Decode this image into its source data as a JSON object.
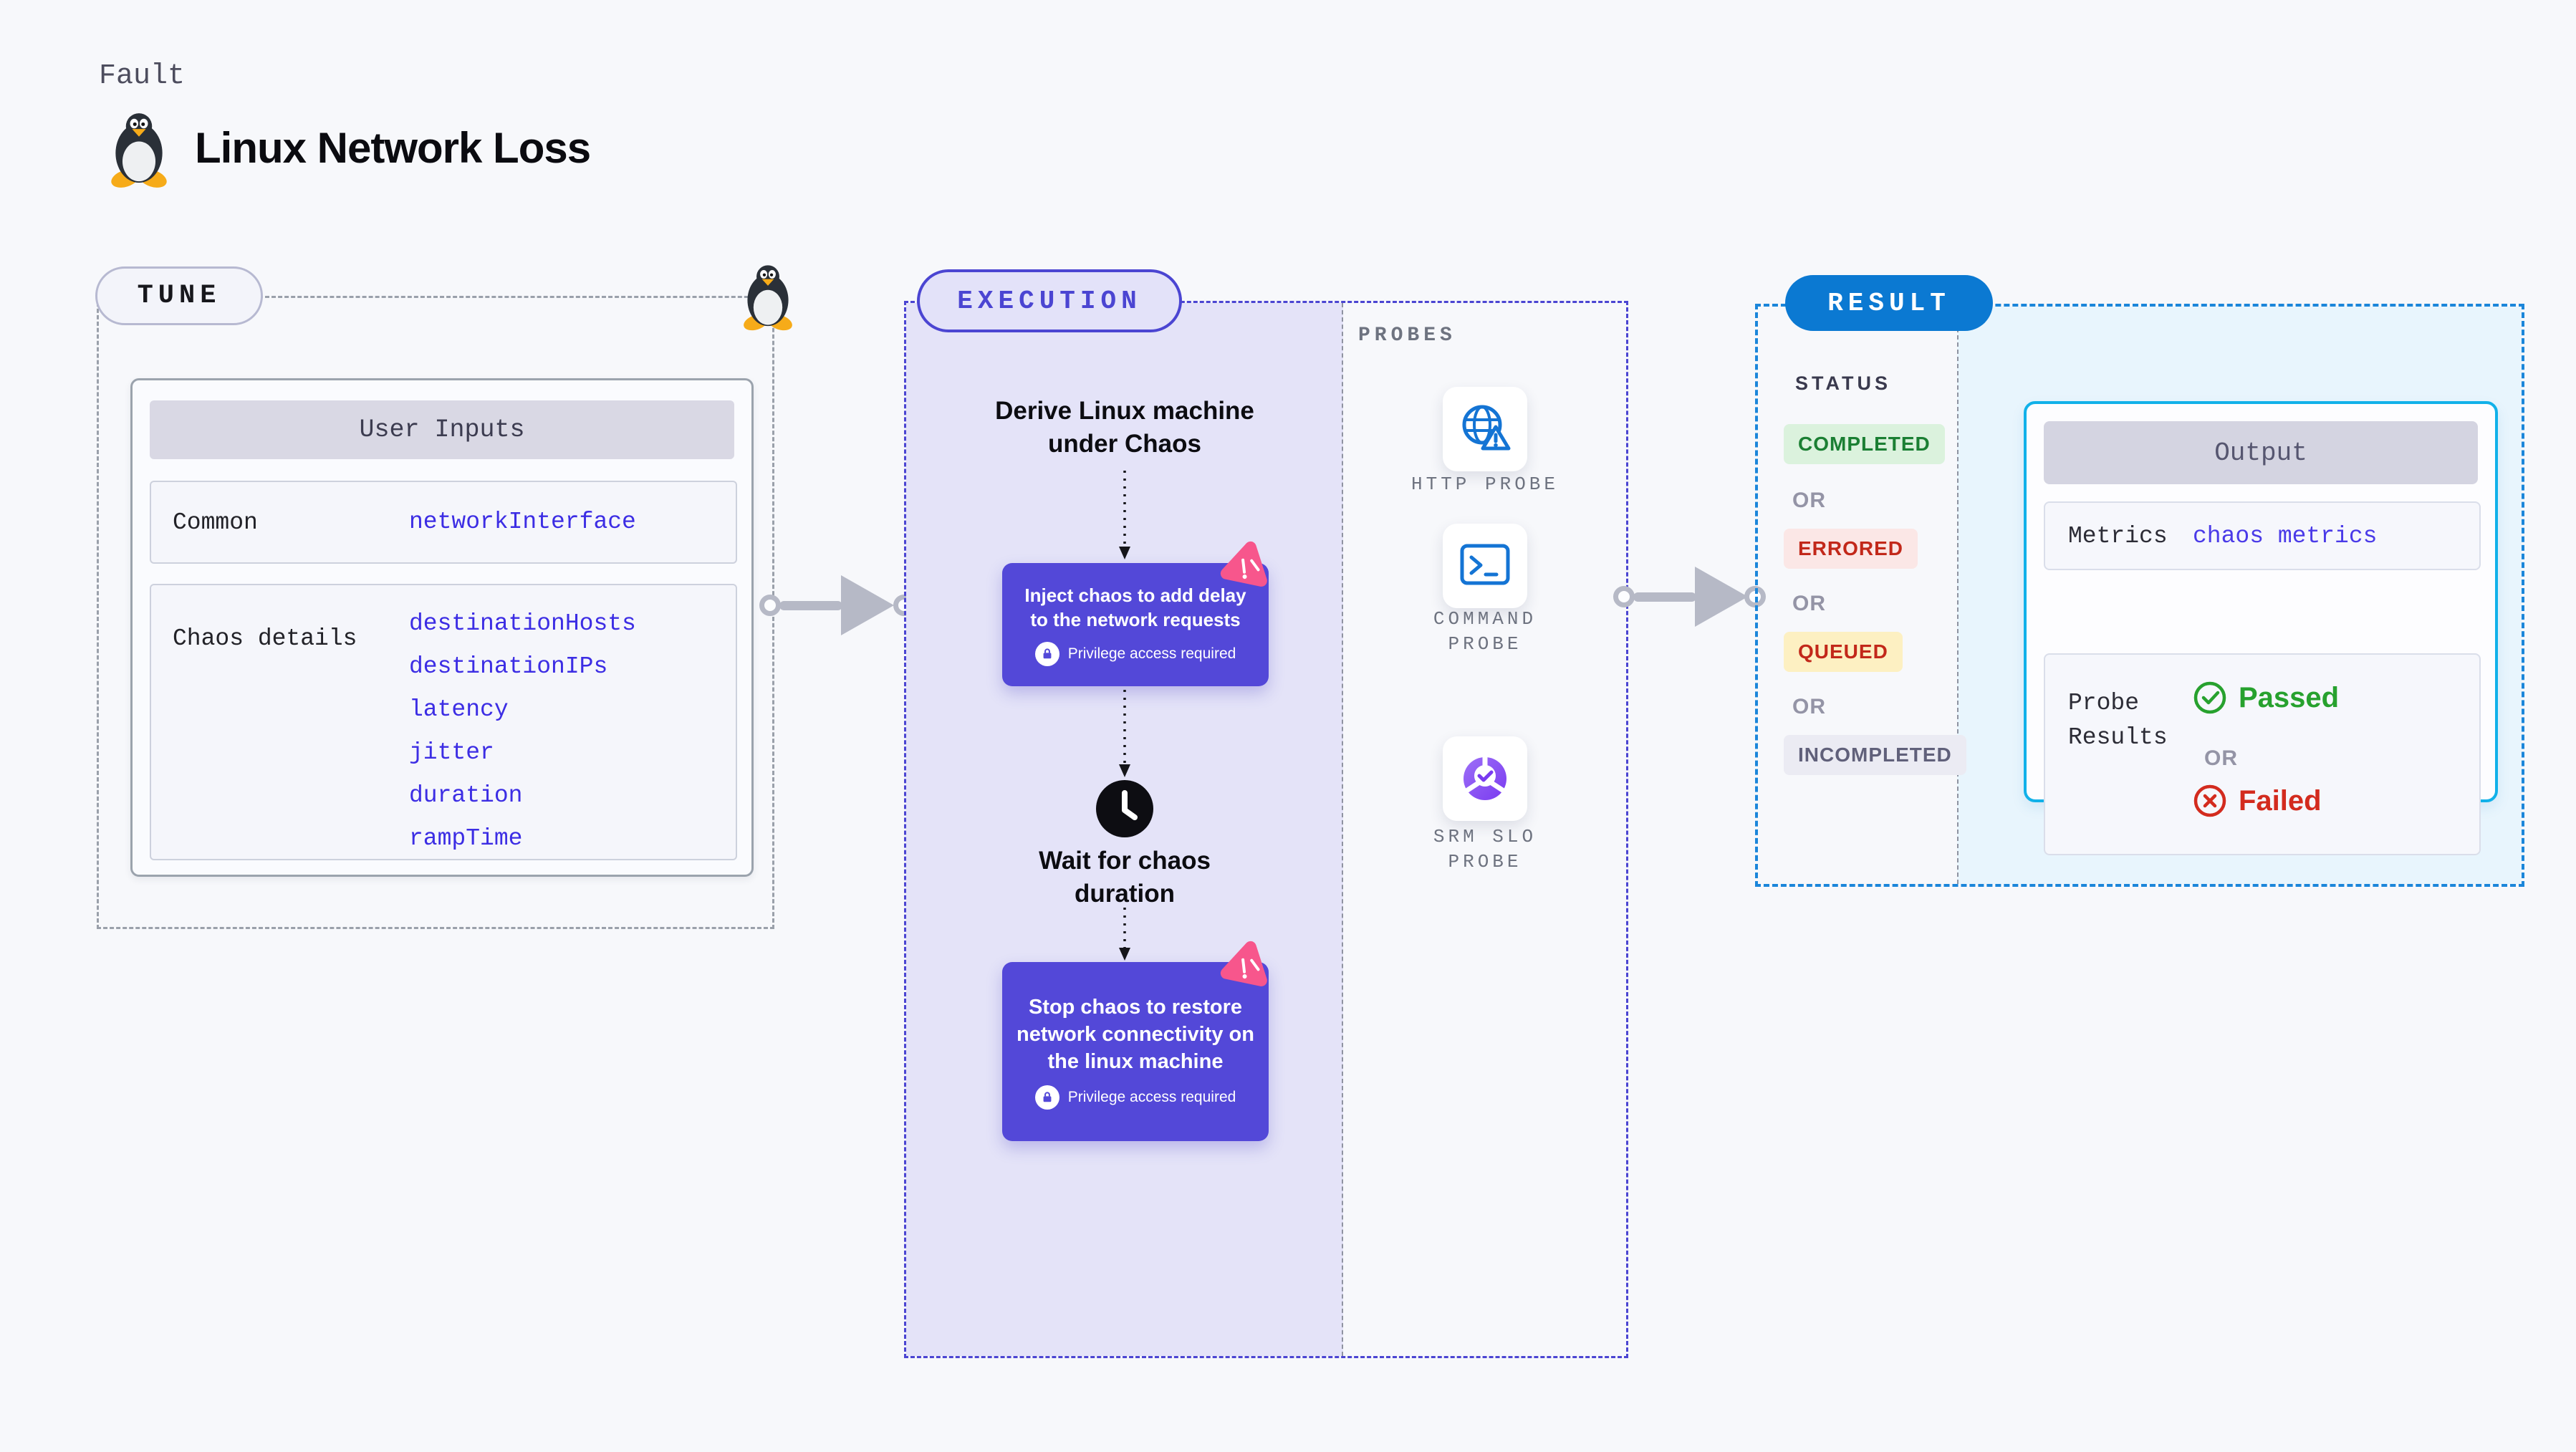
{
  "page": {
    "kicker": "Fault",
    "title": "Linux Network Loss"
  },
  "tune": {
    "badge": "TUNE",
    "table": {
      "header": "User Inputs",
      "rows": [
        {
          "label": "Common",
          "values": [
            "networkInterface"
          ]
        },
        {
          "label": "Chaos details",
          "values": [
            "destinationHosts",
            "destinationIPs",
            "latency",
            "jitter",
            "duration",
            "rampTime"
          ]
        }
      ]
    }
  },
  "flow": {
    "execution_badge": "EXECUTION",
    "derive": "Derive Linux machine under Chaos",
    "inject": "Inject chaos to add delay to the network requests",
    "privilege": "Privilege access required",
    "wait": "Wait for chaos duration",
    "stop": "Stop chaos to restore network connectivity on the linux machine"
  },
  "probes": {
    "label": "PROBES",
    "items": [
      {
        "name": "HTTP PROBE",
        "icon": "globe-alert-icon"
      },
      {
        "name": "COMMAND PROBE",
        "icon": "terminal-icon"
      },
      {
        "name": "SRM SLO PROBE",
        "icon": "slo-donut-check-icon"
      }
    ]
  },
  "result": {
    "badge": "RESULT",
    "status_label": "STATUS",
    "or": "OR",
    "statuses": [
      {
        "label": "COMPLETED",
        "bg": "#dbf2dd",
        "color": "#1b7f33"
      },
      {
        "label": "ERRORED",
        "bg": "#fbe7e6",
        "color": "#c2281a"
      },
      {
        "label": "QUEUED",
        "bg": "#fdf0c2",
        "color": "#c2281a"
      },
      {
        "label": "INCOMPLETED",
        "bg": "#ebebf3",
        "color": "#60607a"
      }
    ],
    "output": {
      "header": "Output",
      "metrics_label": "Metrics",
      "metrics_value": "chaos metrics",
      "probe_results_label": "Probe Results",
      "passed": "Passed",
      "or": "OR",
      "failed": "Failed"
    }
  },
  "colors": {
    "accent_indigo": "#4b45d2",
    "action_purple": "#5348d8",
    "chaos_pink": "#f7568c",
    "result_blue": "#0b79d2",
    "result_border_blue": "#1b86da",
    "output_border_cyan": "#11b1e9",
    "probe_icon_blue": "#1474d4",
    "param_blue": "#3c2de4",
    "passed_green": "#27a12e",
    "failed_red": "#d32b1e"
  }
}
